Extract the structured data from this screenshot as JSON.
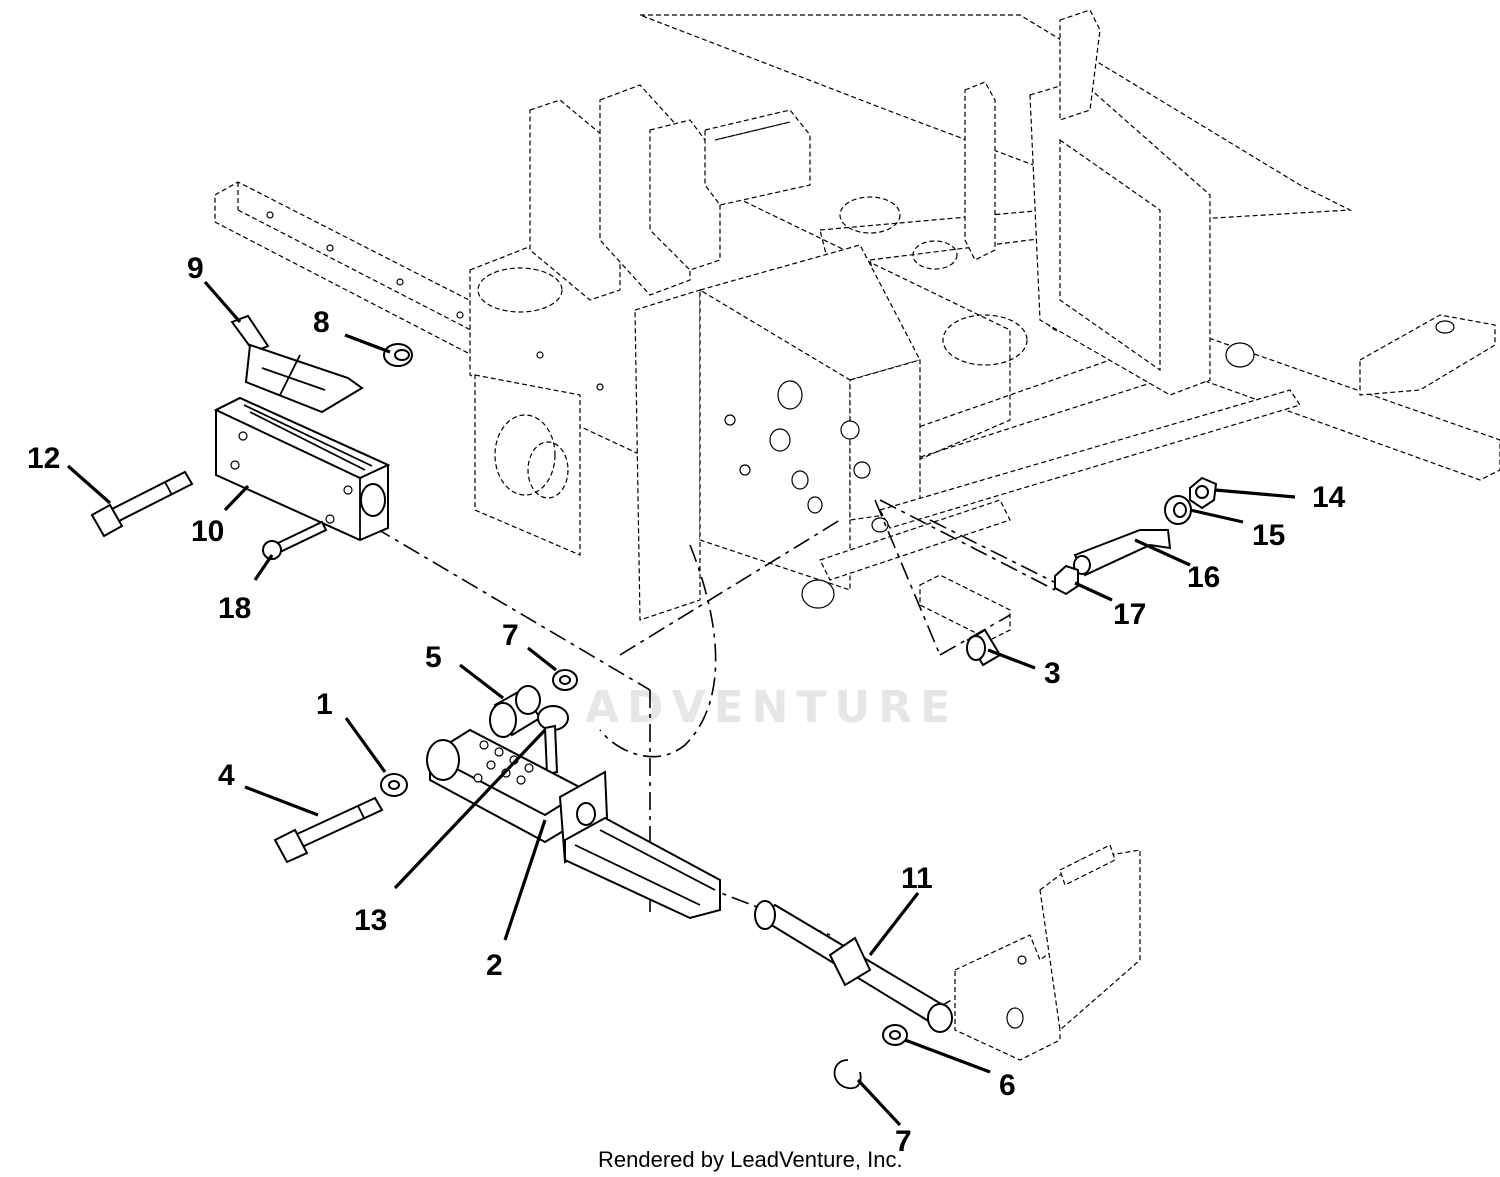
{
  "diagram": {
    "callouts": [
      {
        "id": "c1",
        "label": "1"
      },
      {
        "id": "c2",
        "label": "2"
      },
      {
        "id": "c3",
        "label": "3"
      },
      {
        "id": "c4",
        "label": "4"
      },
      {
        "id": "c5",
        "label": "5"
      },
      {
        "id": "c6",
        "label": "6"
      },
      {
        "id": "c7a",
        "label": "7"
      },
      {
        "id": "c7b",
        "label": "7"
      },
      {
        "id": "c8",
        "label": "8"
      },
      {
        "id": "c9",
        "label": "9"
      },
      {
        "id": "c10",
        "label": "10"
      },
      {
        "id": "c11",
        "label": "11"
      },
      {
        "id": "c12",
        "label": "12"
      },
      {
        "id": "c13",
        "label": "13"
      },
      {
        "id": "c14",
        "label": "14"
      },
      {
        "id": "c15",
        "label": "15"
      },
      {
        "id": "c16",
        "label": "16"
      },
      {
        "id": "c17",
        "label": "17"
      },
      {
        "id": "c18",
        "label": "18"
      }
    ],
    "watermark": "ADVENTURE",
    "credit": "Rendered by LeadVenture, Inc."
  }
}
